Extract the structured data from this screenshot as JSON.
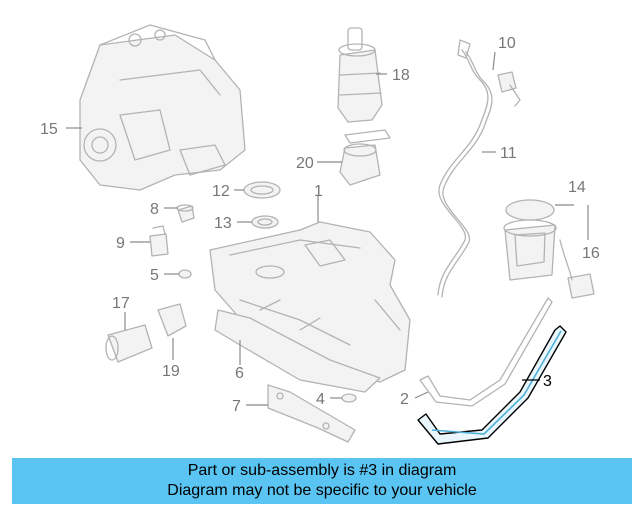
{
  "colors": {
    "banner_bg": "#5ac4f2",
    "highlight": "#000000",
    "part_stroke": "#b3b3b3",
    "label": "#777777",
    "accent_strap": "#4fb0d8"
  },
  "diagram": {
    "highlighted_part": "3",
    "callouts": [
      "1",
      "2",
      "3",
      "4",
      "5",
      "6",
      "7",
      "8",
      "9",
      "10",
      "11",
      "12",
      "13",
      "14",
      "15",
      "16",
      "17",
      "18",
      "19",
      "20"
    ]
  },
  "banner": {
    "line1": "Part or sub-assembly is #3 in diagram",
    "line2": "Diagram may not be specific to your vehicle"
  }
}
